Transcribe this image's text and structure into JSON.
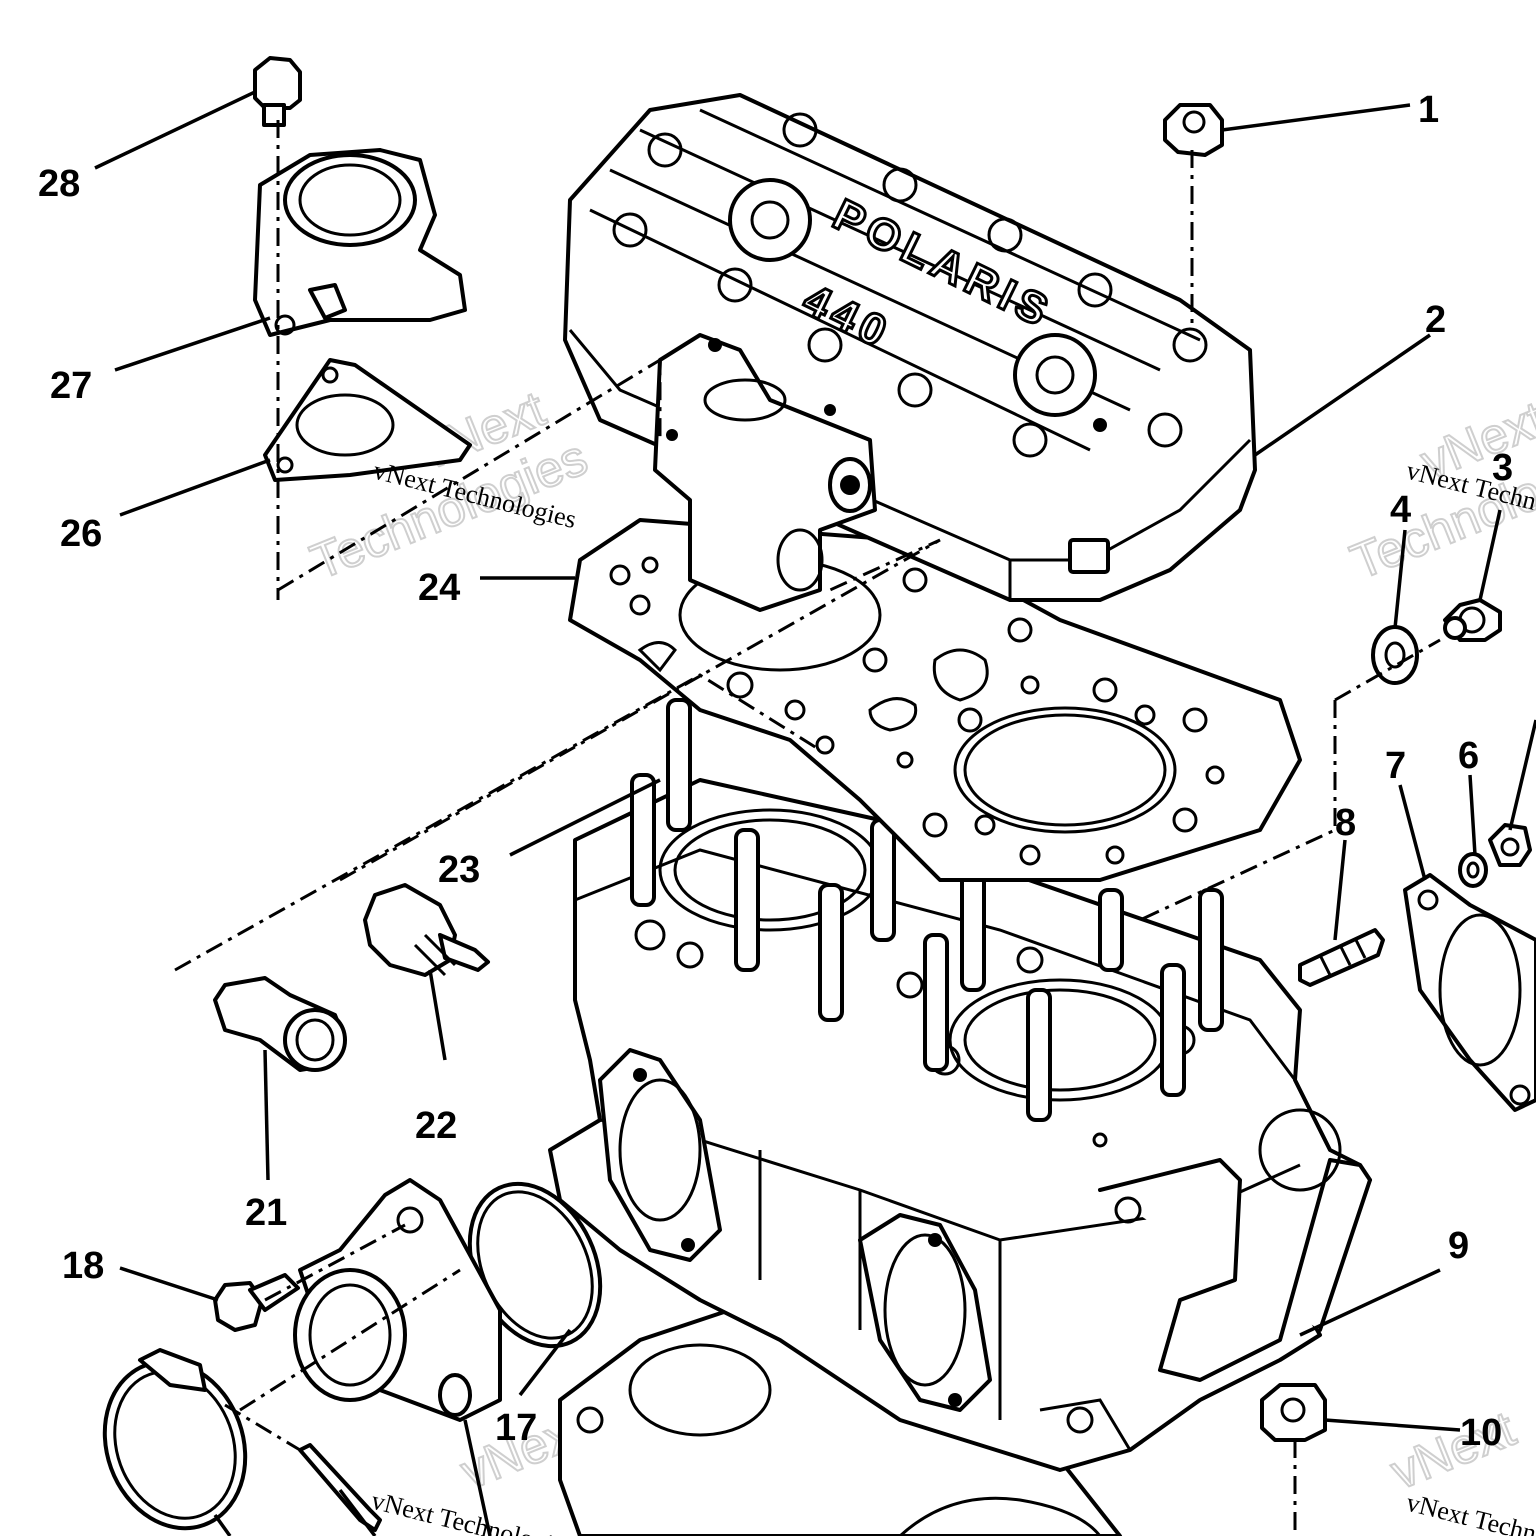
{
  "diagram": {
    "callouts": [
      {
        "id": "1",
        "label": "1"
      },
      {
        "id": "2",
        "label": "2"
      },
      {
        "id": "3",
        "label": "3"
      },
      {
        "id": "4",
        "label": "4"
      },
      {
        "id": "6",
        "label": "6"
      },
      {
        "id": "7",
        "label": "7"
      },
      {
        "id": "8",
        "label": "8"
      },
      {
        "id": "9",
        "label": "9"
      },
      {
        "id": "10",
        "label": "10"
      },
      {
        "id": "17",
        "label": "17"
      },
      {
        "id": "18",
        "label": "18"
      },
      {
        "id": "21",
        "label": "21"
      },
      {
        "id": "22",
        "label": "22"
      },
      {
        "id": "23",
        "label": "23"
      },
      {
        "id": "24",
        "label": "24"
      },
      {
        "id": "26",
        "label": "26"
      },
      {
        "id": "27",
        "label": "27"
      },
      {
        "id": "28",
        "label": "28"
      }
    ],
    "cover_logo_brand": "POLARIS",
    "cover_logo_model": "440",
    "watermark": {
      "line1": "vNext Technologies",
      "line2_a": "vNext",
      "line2_b": "Technologies"
    }
  }
}
